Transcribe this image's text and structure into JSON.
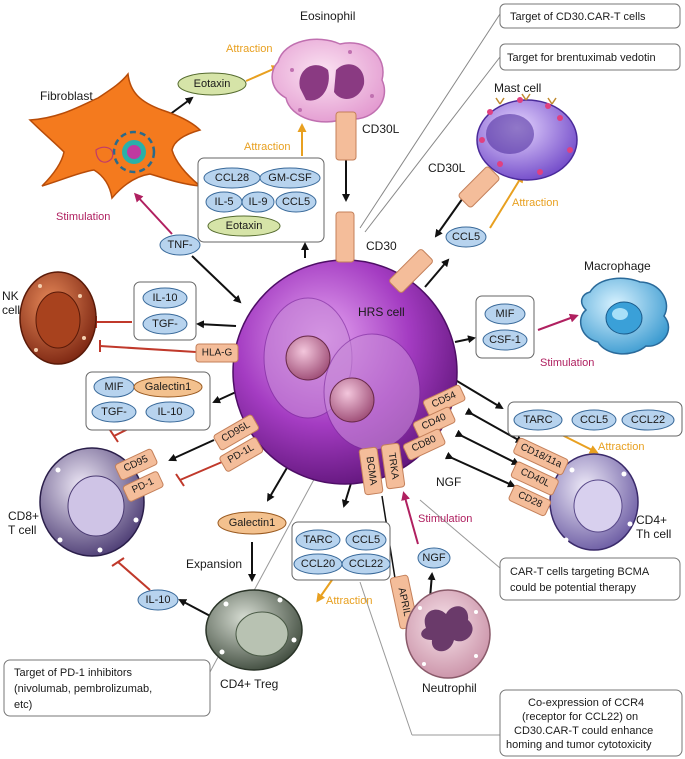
{
  "cells": {
    "eosinophil": "Eosinophil",
    "fibroblast": "Fibroblast",
    "mast_cell": "Mast cell",
    "nk_cell": [
      "NK",
      "cell"
    ],
    "macrophage": "Macrophage",
    "hrs_cell": "HRS cell",
    "cd8_t_cell": [
      "CD8+",
      "T cell"
    ],
    "cd4_th_cell": [
      "CD4+",
      "Th cell"
    ],
    "cd4_treg": "CD4+ Treg",
    "neutrophil": "Neutrophil"
  },
  "labels": {
    "attraction": "Attraction",
    "stimulation": "Stimulation",
    "expansion": "Expansion",
    "ngf_free": "NGF",
    "cd30l_eos": "CD30L",
    "cd30l_mast": "CD30L",
    "cd30_label": "CD30"
  },
  "molecules": {
    "eotaxin_fibro": "Eotaxin",
    "tnf": "TNF-",
    "ccl5_mast": "CCL5",
    "eos_group": [
      "CCL28",
      "GM-CSF",
      "IL-5",
      "IL-9",
      "CCL5",
      "Eotaxin"
    ],
    "nk_group": [
      "IL-10",
      "TGF-"
    ],
    "mac_group": [
      "MIF",
      "CSF-1"
    ],
    "cd8_group": [
      "MIF",
      "Galectin1",
      "TGF-",
      "IL-10"
    ],
    "th_group": [
      "TARC",
      "CCL5",
      "CCL22"
    ],
    "treg_group": [
      "TARC",
      "CCL5",
      "CCL20",
      "CCL22"
    ],
    "galectin1": "Galectin1",
    "il10_treg": "IL-10",
    "ngf_neut": "NGF"
  },
  "receptors": {
    "hla_g": "HLA-G",
    "cd95l": "CD95L",
    "pd_1l": "PD-1L",
    "cd95": "CD95",
    "pd_1": "PD-1",
    "cd54": "CD54",
    "cd40": "CD40",
    "cd80": "CD80",
    "cd18": "CD18/11a",
    "cd40l": "CD40L",
    "cd28": "CD28",
    "bcma": "BCMA",
    "trka": "TRKA",
    "april": "APRIL"
  },
  "notes": {
    "cd30_cart": [
      "Target of CD30.CAR-T cells"
    ],
    "brentuximab": [
      "Target for brentuximab vedotin"
    ],
    "bcma_cart": [
      "CAR-T cells targeting BCMA",
      "could be potential therapy"
    ],
    "pd1_inhib": [
      "Target of PD-1 inhibitors",
      "(nivolumab, pembrolizumab,",
      "etc)"
    ],
    "ccr4": [
      "Co-expression of CCR4",
      "(receptor for CCL22) on",
      "CD30.CAR-T could enhance",
      "homing and tumor cytotoxicity"
    ]
  },
  "colors": {
    "hrs": "#9a3ab8",
    "pill_blue": "#b7d3ee",
    "pill_green": "#d6e4a8",
    "pill_orange": "#f3c18e",
    "receptor": "#f4bd9a",
    "attraction": "#e8a020",
    "stimulation": "#b02060",
    "inhibition": "#c0392b"
  }
}
